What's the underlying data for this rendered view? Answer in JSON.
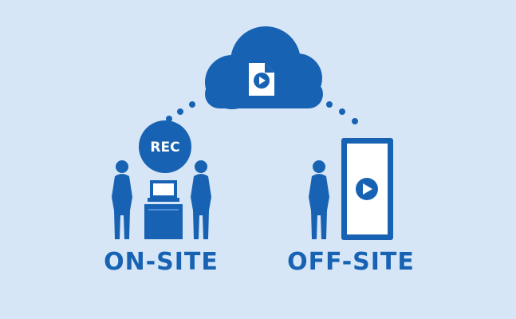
{
  "rec_badge": "REC",
  "labels": {
    "onsite": "ON-SITE",
    "offsite": "OFF-SITE"
  },
  "colors": {
    "background": "#d6e6f7",
    "primary": "#1862b3",
    "white": "#ffffff"
  },
  "icons": {
    "cloud": "cloud-icon",
    "video_file": "video-file-icon",
    "play": "play-icon",
    "person": "person-icon",
    "laptop": "laptop-icon",
    "podium": "podium-icon",
    "display": "display-screen-icon"
  }
}
